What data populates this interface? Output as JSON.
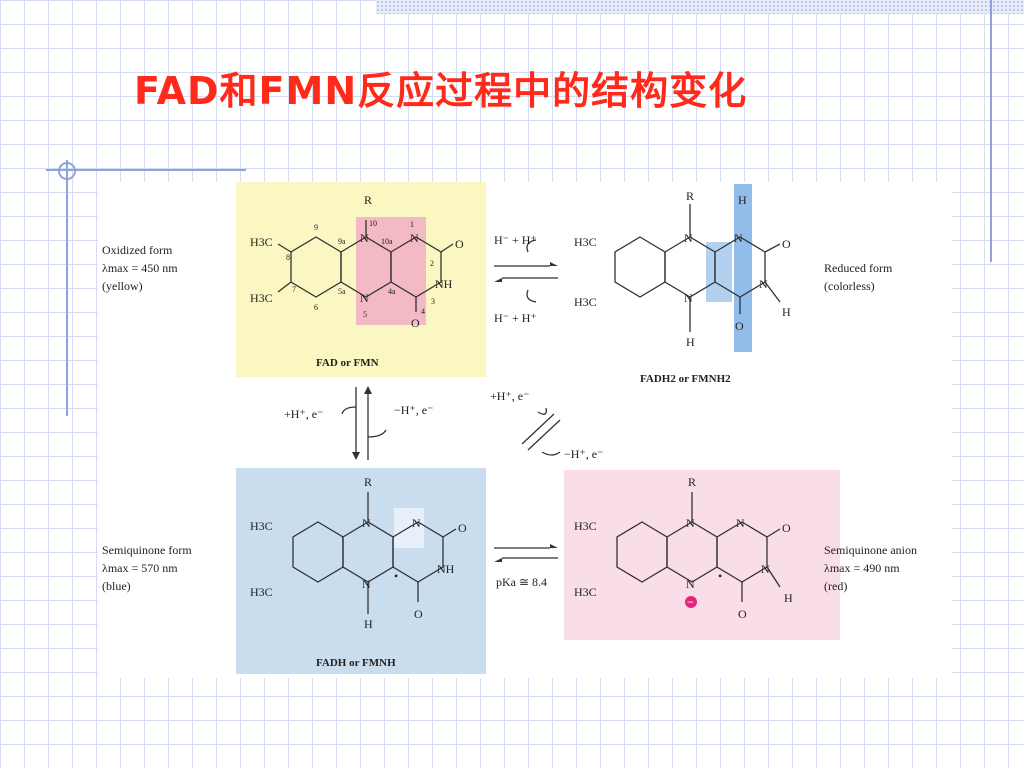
{
  "slide": {
    "title": "FAD和FMN反应过程中的结构变化"
  },
  "colors": {
    "title": "#ff2a1a",
    "oxidized_panel": "#fbf7c2",
    "semiquinone_panel": "#c9ddef",
    "anion_panel": "#f9dde8",
    "ring_highlight_pink": "#f1a9c6",
    "ring_highlight_blue": "#7fb2e6",
    "grid_lines": "#d4ddef"
  },
  "figure": {
    "oxidized": {
      "label_line1": "Oxidized form",
      "label_line2": "λmax = 450 nm",
      "label_line3": "(yellow)",
      "caption": "FAD or FMN"
    },
    "reduced": {
      "label_line1": "Reduced form",
      "label_line2": "(colorless)",
      "caption": "FADH2 or FMNH2"
    },
    "semiquinone": {
      "label_line1": "Semiquinone form",
      "label_line2": "λmax = 570 nm",
      "label_line3": "(blue)",
      "caption": "FADH or FMNH"
    },
    "anion": {
      "label_line1": "Semiquinone anion",
      "label_line2": "λmax = 490 nm",
      "label_line3": "(red)"
    },
    "arrows": {
      "ox_red_forward": "H⁻ + H⁺",
      "ox_red_reverse": "H⁻ + H⁺",
      "ox_semi_left": "+H⁺, e⁻",
      "ox_semi_right": "−H⁺, e⁻",
      "diag_upper": "+H⁺, e⁻",
      "diag_lower": "−H⁺, e⁻",
      "semi_anion": "pKa ≅ 8.4"
    },
    "atoms": {
      "R": "R",
      "methyl": "H3C",
      "N": "N",
      "NH": "NH",
      "H": "H",
      "O": "O",
      "radical_dot": "•",
      "anion_charge": "−"
    },
    "ring_numbers": {
      "n1": "1",
      "n2": "2",
      "n3": "3",
      "n4": "4",
      "n4a": "4a",
      "n5": "5",
      "n5a": "5a",
      "n6": "6",
      "n7": "7",
      "n8": "8",
      "n9": "9",
      "n9a": "9a",
      "n10": "10",
      "n10a": "10a"
    }
  }
}
